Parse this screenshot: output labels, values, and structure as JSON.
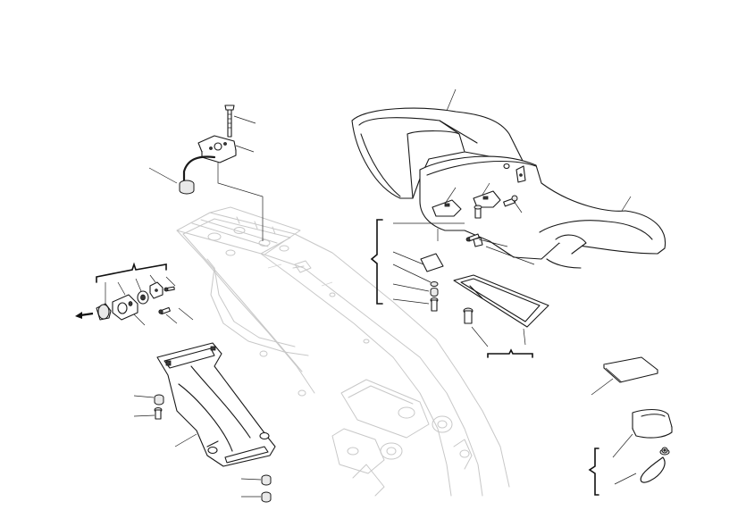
{
  "diagram": {
    "groups": [
      {
        "id": "seat-lock-assembly"
      },
      {
        "id": "seat-lock-parts-kit"
      },
      {
        "id": "seat-assembly"
      },
      {
        "id": "tail-undertray"
      },
      {
        "id": "accessories"
      }
    ],
    "direction_arrow": "front-arrow-icon"
  }
}
